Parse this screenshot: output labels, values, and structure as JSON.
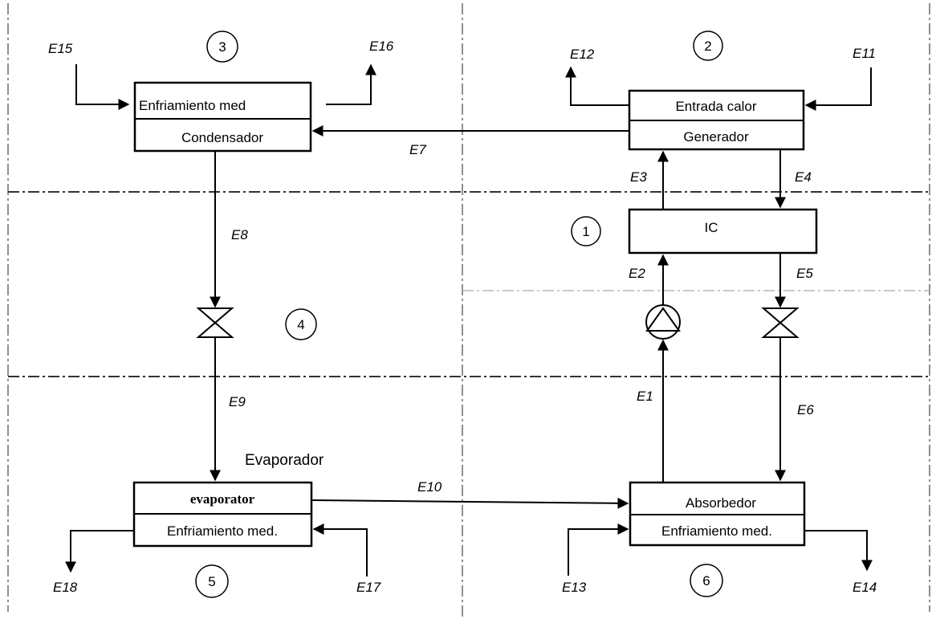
{
  "boxes": {
    "condensador": {
      "top": "Enfriamiento med",
      "bottom": "Condensador"
    },
    "generador": {
      "top": "Entrada calor",
      "bottom": "Generador"
    },
    "ic": {
      "label": "IC"
    },
    "evaporador": {
      "top": "evaporator",
      "bottom": "Enfriamiento med."
    },
    "absorbedor": {
      "top": "Absorbedor",
      "bottom": "Enfriamiento med."
    }
  },
  "free_label": "Evaporador",
  "zones": [
    "1",
    "2",
    "3",
    "4",
    "5",
    "6"
  ],
  "streams": [
    "E1",
    "E2",
    "E3",
    "E4",
    "E5",
    "E6",
    "E7",
    "E8",
    "E9",
    "E10",
    "E11",
    "E12",
    "E13",
    "E14",
    "E15",
    "E16",
    "E17",
    "E18"
  ]
}
